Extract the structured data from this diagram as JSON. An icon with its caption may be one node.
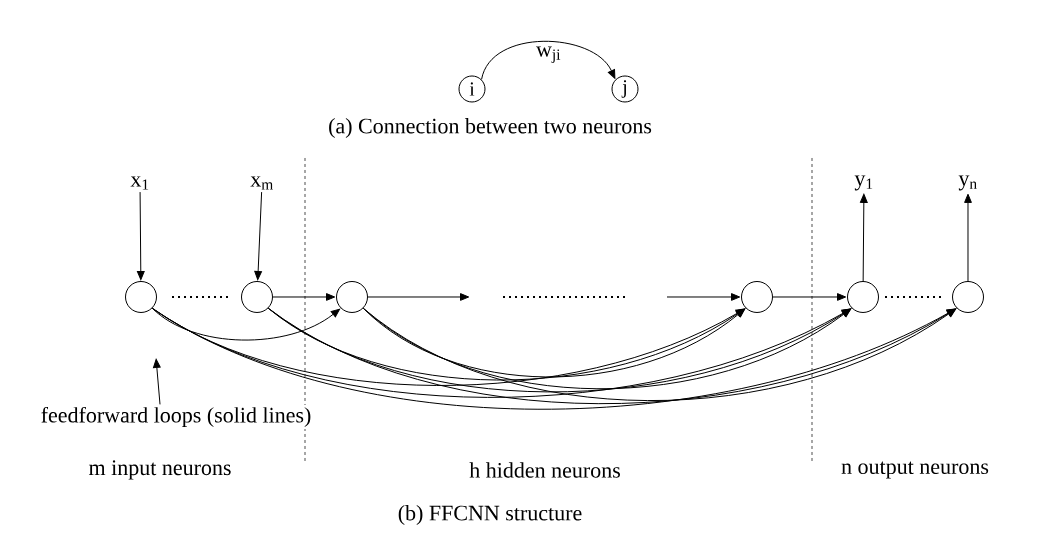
{
  "diagram": {
    "nodes": [
      {
        "text": [
          "i"
        ]
      },
      {
        "text": [
          "j"
        ]
      },
      {
        "text": [
          "x$_{1}$"
        ]
      },
      {
        "text": [
          "x$_{m}$"
        ]
      },
      {
        "text": [
          "y$_{1}$"
        ]
      },
      {
        "text": [
          "y$_{n}$"
        ]
      },
      {
        "text": [],
        "shape": "circle"
      },
      {
        "text": [],
        "shape": "circle"
      },
      {
        "text": [],
        "shape": "circle"
      },
      {
        "text": [],
        "shape": "circle"
      },
      {
        "text": [],
        "shape": "circle"
      },
      {
        "text": [],
        "shape": "circle"
      },
      {
        "text": [
          "feedforward loops (solid lines)"
        ]
      }
    ],
    "edges": [
      {
        "from": 0,
        "to": 1,
        "arrow": "to",
        "label": "w$_{ji}$"
      },
      {
        "from": 2,
        "to": 6,
        "arrow": "to"
      },
      {
        "from": 3,
        "to": 7,
        "arrow": "to"
      },
      {
        "from": 10,
        "to": 4,
        "arrow": "to"
      },
      {
        "from": 11,
        "to": 5,
        "arrow": "to"
      },
      {
        "from": 7,
        "to": 8,
        "arrow": "to"
      },
      {
        "from": 8,
        "to": null,
        "arrow": "to"
      },
      {
        "from": null,
        "to": 9,
        "arrow": "to"
      },
      {
        "from": 9,
        "to": 10,
        "arrow": "to"
      },
      {
        "from": 6,
        "to": 8,
        "arrow": "to"
      },
      {
        "from": 6,
        "to": 9,
        "arrow": "to"
      },
      {
        "from": 6,
        "to": 10,
        "arrow": "to"
      },
      {
        "from": 6,
        "to": 11,
        "arrow": "to"
      },
      {
        "from": 7,
        "to": 9,
        "arrow": "to"
      },
      {
        "from": 7,
        "to": 10,
        "arrow": "to"
      },
      {
        "from": 7,
        "to": 11,
        "arrow": "to"
      },
      {
        "from": 8,
        "to": 9,
        "arrow": "to"
      },
      {
        "from": 8,
        "to": 10,
        "arrow": "to"
      },
      {
        "from": 8,
        "to": 11,
        "arrow": "to"
      },
      {
        "from": 12,
        "to": null,
        "arrow": "to"
      }
    ],
    "labels": [
      "(a) Connection between two neurons",
      "m input neurons",
      "h hidden neurons",
      "n output neurons",
      "(b) FFCNN structure"
    ]
  }
}
